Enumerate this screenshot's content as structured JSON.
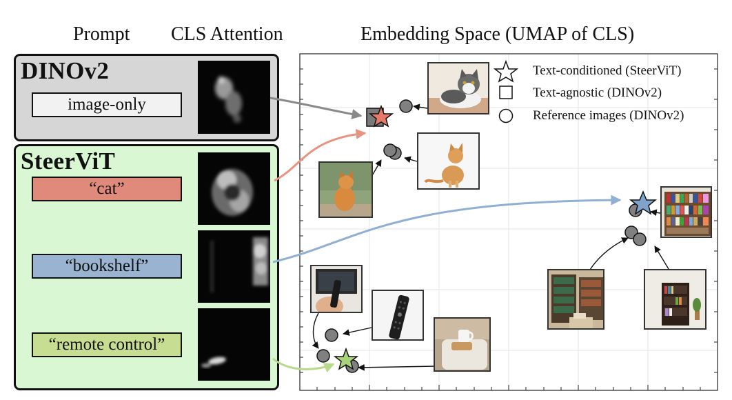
{
  "headers": {
    "prompt": "Prompt",
    "attention": "CLS Attention",
    "embedding": "Embedding Space (UMAP of CLS)"
  },
  "panels": {
    "dinov2": {
      "title": "DINOv2",
      "prompt": "image-only",
      "bg": "#d6d6d6"
    },
    "steervit": {
      "title": "SteerViT",
      "bg": "#d8f7d2",
      "prompts": [
        {
          "text": "“cat”",
          "color": "#e08a7c"
        },
        {
          "text": "“bookshelf”",
          "color": "#9ab3d0"
        },
        {
          "text": "“remote control”",
          "color": "#c7dd91"
        }
      ]
    }
  },
  "legend": [
    {
      "symbol": "star",
      "label": "Text-conditioned (SteerViT)"
    },
    {
      "symbol": "square",
      "label": "Text-agnostic (DINOv2)"
    },
    {
      "symbol": "circle",
      "label": "Reference images (DINOv2)"
    }
  ],
  "thumbnails": [
    {
      "name": "cat-lying-thumbnail",
      "subject": "cat"
    },
    {
      "name": "orange-cat-sitting-thumbnail",
      "subject": "cat"
    },
    {
      "name": "orange-cat-standing-thumbnail",
      "subject": "cat"
    },
    {
      "name": "bookshelf-wall-thumbnail",
      "subject": "bookshelf"
    },
    {
      "name": "library-room-thumbnail",
      "subject": "bookshelf"
    },
    {
      "name": "small-bookshelf-thumbnail",
      "subject": "bookshelf"
    },
    {
      "name": "remote-in-hand-thumbnail",
      "subject": "remote control"
    },
    {
      "name": "remote-closeup-thumbnail",
      "subject": "remote control"
    },
    {
      "name": "remote-on-table-thumbnail",
      "subject": "remote control"
    }
  ],
  "colors": {
    "cat": "#e8796a",
    "bookshelf": "#7fa3cc",
    "remote": "#a9d37a",
    "arrow_gray": "#8a8a8a",
    "marker_gray": "#808080"
  }
}
